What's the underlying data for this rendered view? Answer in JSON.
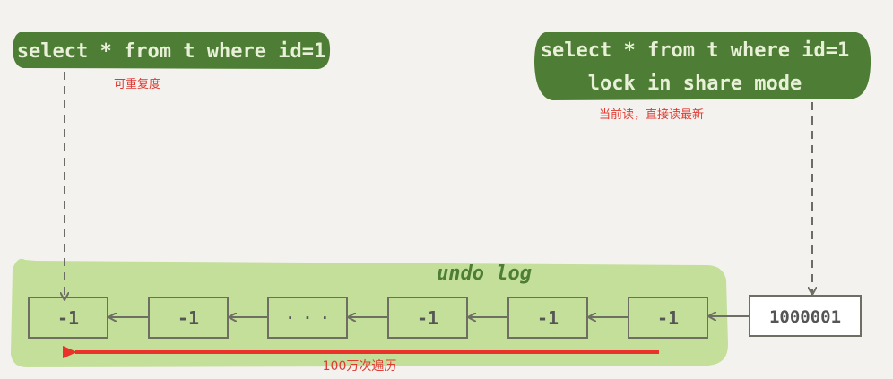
{
  "left_query": {
    "text": "select * from t where id=1",
    "annotation": "可重复度"
  },
  "right_query": {
    "line1": "select * from t where id=1",
    "line2": "lock in share mode",
    "annotation": "当前读，直接读最新"
  },
  "undo_log": {
    "label": "undo log",
    "boxes": [
      "-1",
      "-1",
      "· · ·",
      "-1",
      "-1",
      "-1"
    ],
    "current_value": "1000001"
  },
  "traversal": {
    "label": "100万次遍历"
  },
  "colors": {
    "bubble": "#4e7e35",
    "bubble_text": "#e8f0d8",
    "undo_area": "#c3df9a",
    "box_stroke": "#6e6e63",
    "annotation_red": "#e03a32",
    "dashed": "#6c6c64"
  }
}
